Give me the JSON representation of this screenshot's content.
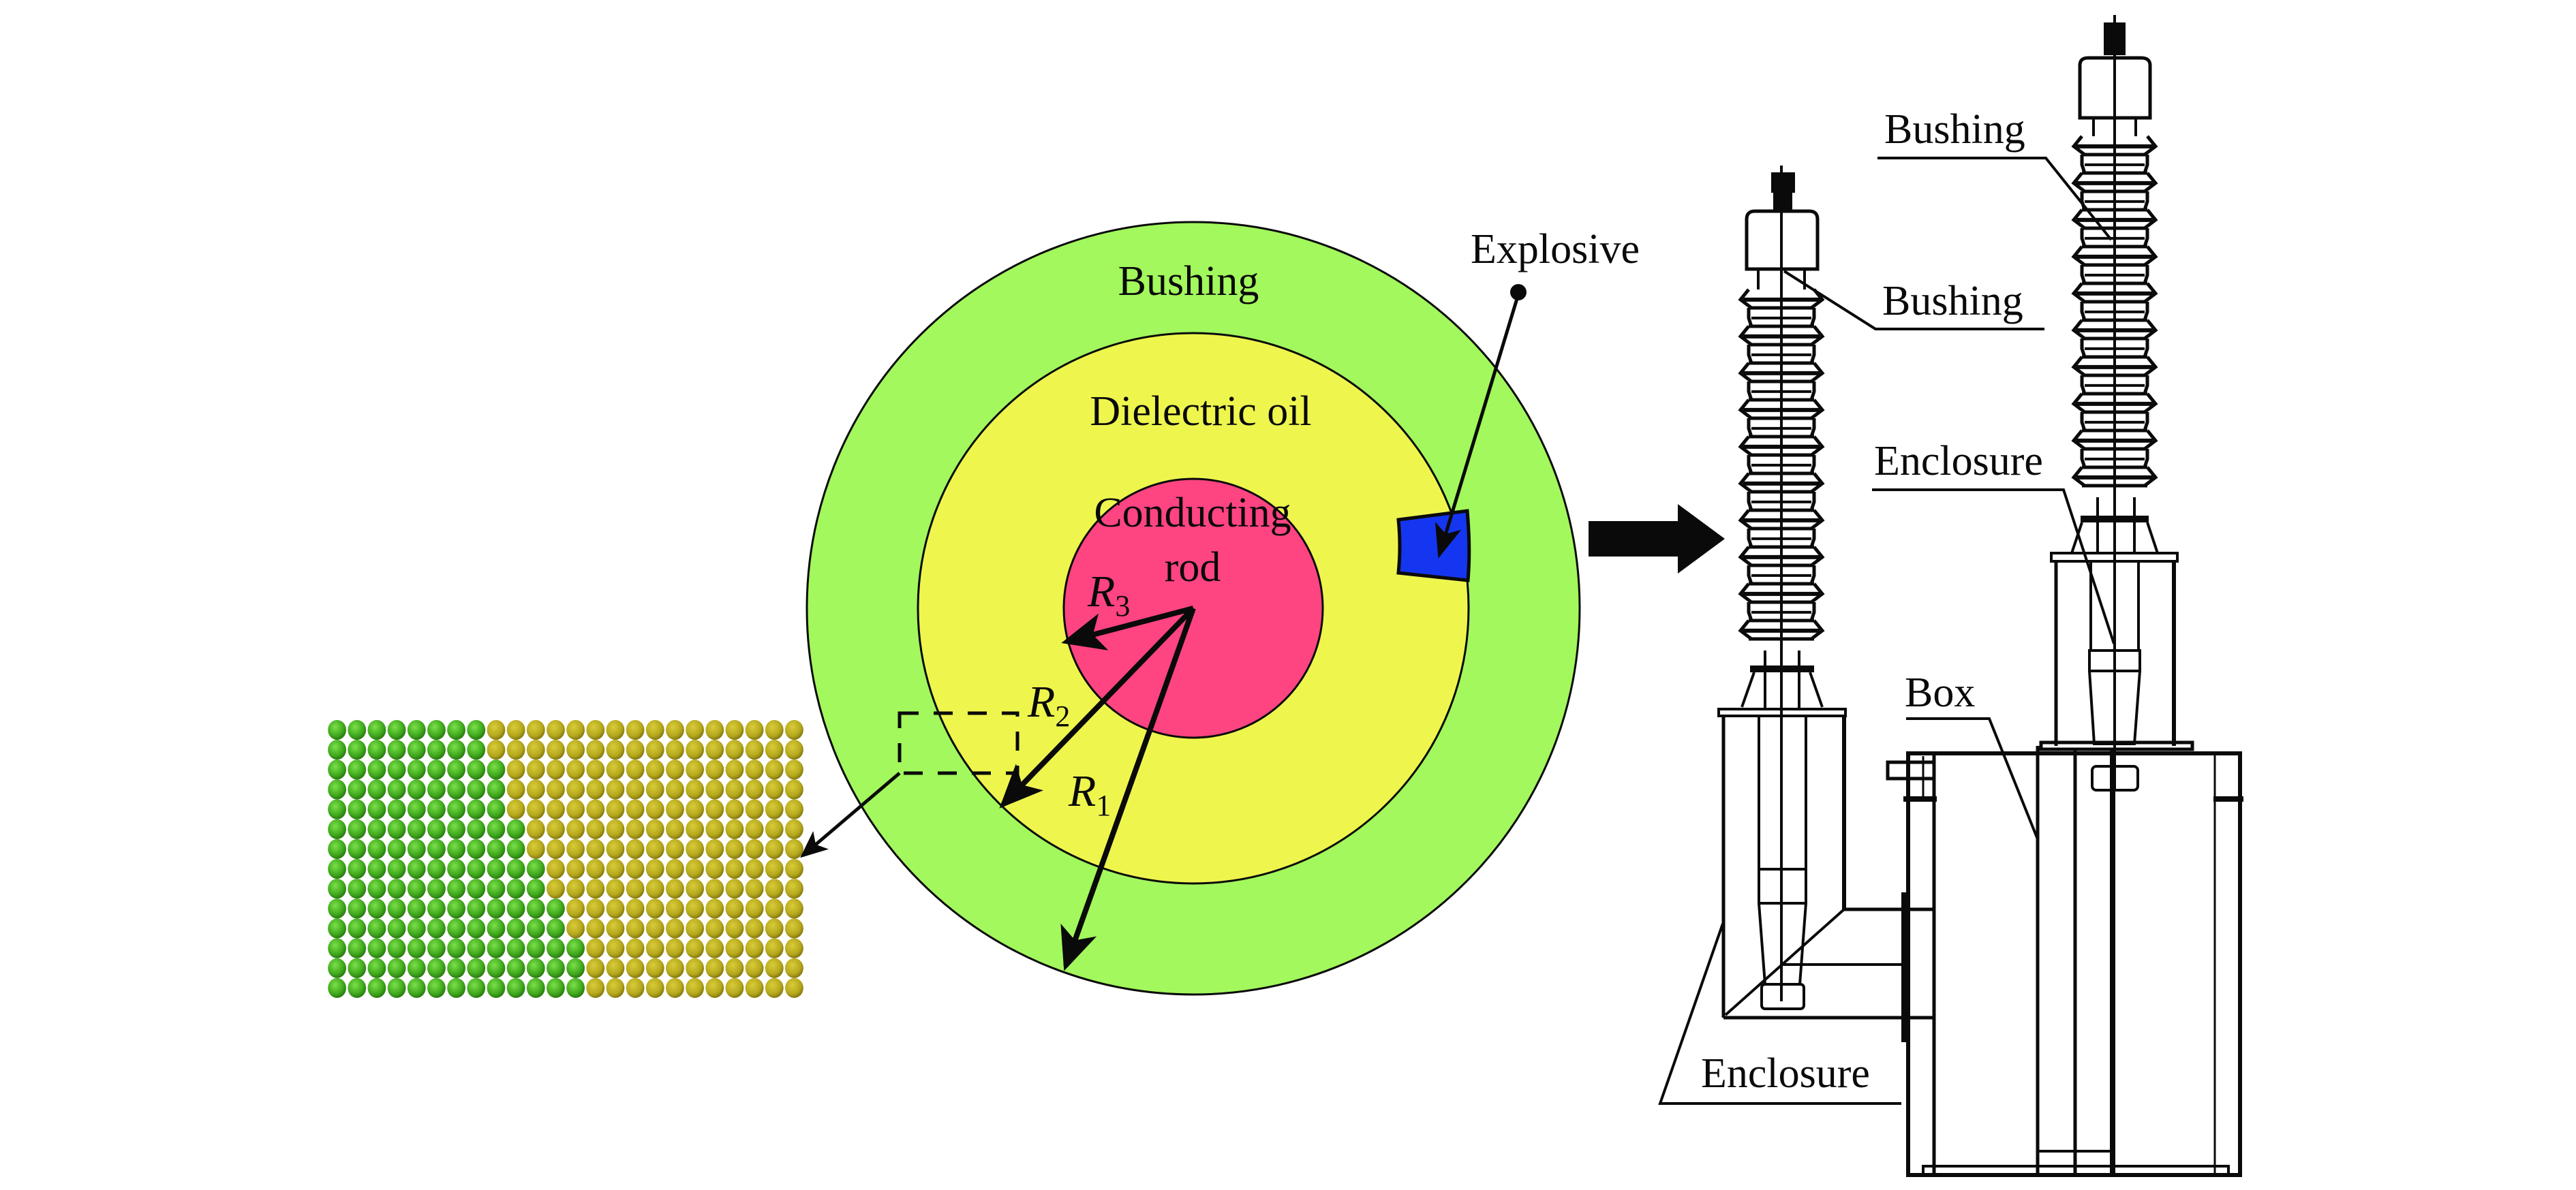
{
  "figure": {
    "cross_section": {
      "layers": [
        {
          "name": "Bushing",
          "color": "#a2f85c"
        },
        {
          "name": "Dielectric oil",
          "color": "#eef64e"
        },
        {
          "name": "Conducting rod",
          "color": "#ff4482"
        }
      ],
      "labels": {
        "bushing": "Bushing",
        "dielectric_oil": "Dielectric oil",
        "conducting_line1": "Conducting",
        "conducting_line2": "rod",
        "explosive": "Explosive"
      },
      "radii": [
        {
          "symbol": "R",
          "subscript": "1"
        },
        {
          "symbol": "R",
          "subscript": "2"
        },
        {
          "symbol": "R",
          "subscript": "3"
        }
      ],
      "explosive_color": "#1436f0"
    },
    "particle_model": {
      "columns": 24,
      "rows": 14,
      "green_count_per_row": [
        8,
        8,
        9,
        9,
        9,
        10,
        10,
        11,
        11,
        12,
        12,
        13,
        13,
        13
      ],
      "green_color": "#3fa81c",
      "yellow_color": "#b5a81c"
    },
    "equipment_labels": {
      "bushing_upper": "Bushing",
      "bushing_lower": "Bushing",
      "enclosure_upper": "Enclosure",
      "box": "Box",
      "enclosure_lower": "Enclosure"
    }
  }
}
